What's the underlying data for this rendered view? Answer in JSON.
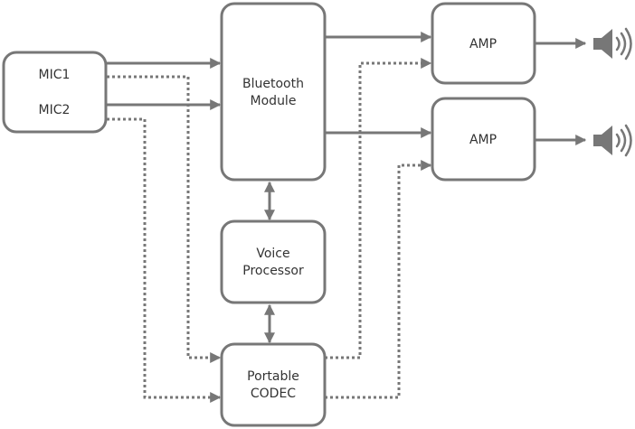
{
  "nodes": {
    "mic_box": {
      "mic1": "MIC1",
      "mic2": "MIC2"
    },
    "bluetooth": {
      "line1": "Bluetooth",
      "line2": "Module"
    },
    "amp_top": {
      "label": "AMP"
    },
    "amp_bottom": {
      "label": "AMP"
    },
    "voice": {
      "line1": "Voice",
      "line2": "Processor"
    },
    "codec": {
      "line1": "Portable",
      "line2": "CODEC"
    }
  },
  "icons": {
    "speaker_top": "speaker-icon",
    "speaker_bottom": "speaker-icon"
  },
  "colors": {
    "stroke": "#777777",
    "text": "#333333"
  }
}
